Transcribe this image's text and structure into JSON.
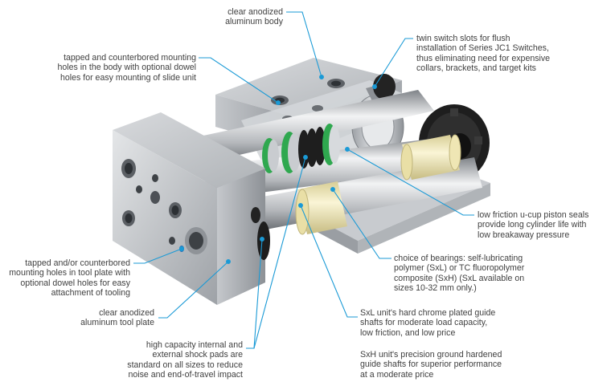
{
  "callouts": {
    "body": [
      "clear anodized",
      "aluminum body"
    ],
    "switch_slots": [
      "twin switch slots for flush",
      "installation of Series JC1 Switches,",
      "thus eliminating need for expensive",
      "collars, brackets, and target kits"
    ],
    "body_mounting": [
      "tapped and counterbored mounting",
      "holes in the body with optional dowel",
      "holes for easy mounting of slide unit"
    ],
    "piston_seals": [
      "low friction u-cup piston seals",
      "provide long cylinder life with",
      "low breakaway pressure"
    ],
    "bearings": [
      "choice of bearings: self-lubricating",
      "polymer (SxL) or TC fluoropolymer",
      "composite (SxH) (SxL available on",
      "sizes 10-32 mm only.)"
    ],
    "tool_mounting": [
      "tapped and/or counterbored",
      "mounting holes in tool plate with",
      "optional dowel holes for easy",
      "attachment of tooling"
    ],
    "tool_plate": [
      "clear anodized",
      "aluminum tool plate"
    ],
    "sxl_shafts": [
      "SxL unit's hard chrome plated guide",
      "shafts for moderate load capacity,",
      "low friction, and low price"
    ],
    "sxh_shafts": [
      "SxH unit's precision ground hardened",
      "guide shafts for superior performance",
      "at a moderate price"
    ],
    "shock_pads": [
      "high capacity internal and",
      "external shock pads are",
      "standard on all sizes to reduce",
      "noise and end-of-travel impact"
    ]
  },
  "colors": {
    "leader": "#1a9ad6",
    "aluminum": "#b9bcc0",
    "bearing": "#efe6b4",
    "seal_green": "#2fa84f",
    "shaft": "#c9ccd0",
    "dark": "#1e1e1e"
  }
}
